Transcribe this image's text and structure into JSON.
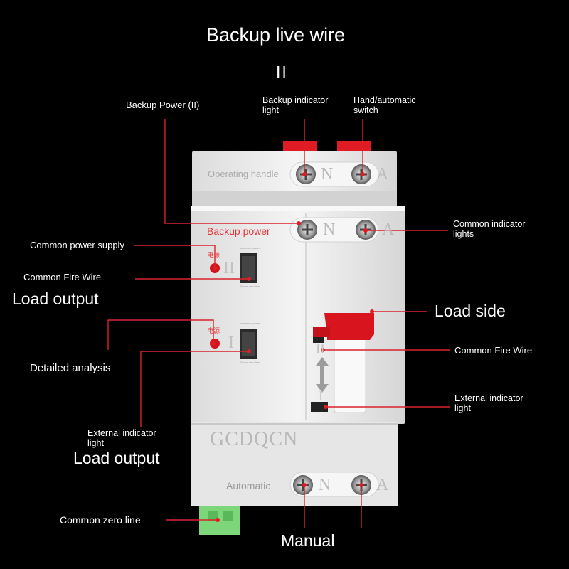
{
  "header": {
    "title": "Backup live wire",
    "roman": "II"
  },
  "callouts": {
    "backup_power_ii": "Backup Power (II)",
    "backup_indicator": "Backup indicator\nlight",
    "hand_auto_switch": "Hand/automatic\nswitch",
    "common_indicator": "Common indicator\nlights",
    "common_power_supply": "Common power supply",
    "common_fire_wire_left": "Common Fire Wire",
    "load_output_1": "Load output",
    "load_side": "Load side",
    "common_fire_wire_right": "Common Fire Wire",
    "detailed_analysis": "Detailed analysis",
    "external_indicator_right": "External indicator\nlight",
    "external_indicator_left": "External indicator\nlight",
    "load_output_2": "Load output",
    "common_zero_line": "Common zero line",
    "manual": "Manual"
  },
  "device": {
    "operating_handle": "Operating handle",
    "backup_power": "Backup power",
    "automatic": "Automatic",
    "brand": "GCDQCN",
    "terminal_n": "N",
    "terminal_a": "A",
    "roman_ii": "II",
    "roman_i": "I",
    "switch_upper": "II",
    "switch_lower": "I",
    "indicator_cn": "电源",
    "tiny_label_top": "common power",
    "tiny_label_bottom": "Spare zero line"
  },
  "colors": {
    "background": "#000000",
    "device_body": "#ececec",
    "accent_red": "#e01b24",
    "label_red": "#e8353a",
    "connector_green": "#7ed67a",
    "leader_line": "#d9232d"
  }
}
